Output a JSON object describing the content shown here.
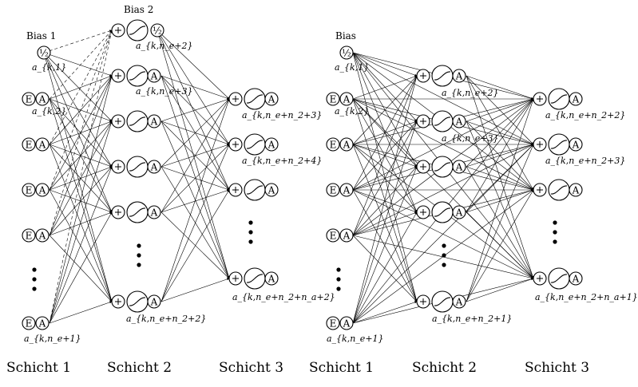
{
  "left_network": {
    "bias1_label": "Bias 1",
    "bias2_label": "Bias 2",
    "bias1_symbol": "½",
    "bias2_symbol": "½",
    "input_symbol_e": "E",
    "input_symbol_a": "A",
    "hidden_symbol_a": "A",
    "output_symbol_a": "A",
    "labels": {
      "a_k1": "a_{k,1}",
      "a_k2": "a_{k,2}",
      "a_kne1": "a_{k,n_e+1}",
      "a_kne2": "a_{k,n_e+2}",
      "a_kne3": "a_{k,n_e+3}",
      "a_kne_n2_2": "a_{k,n_e+n_2+2}",
      "a_kne_n2_3": "a_{k,n_e+n_2+3}",
      "a_kne_n2_4": "a_{k,n_e+n_2+4}",
      "a_kne_n2_na_2": "a_{k,n_e+n_2+n_a+2}"
    }
  },
  "right_network": {
    "bias_label": "Bias",
    "bias_symbol": "½",
    "input_symbol_e": "E",
    "input_symbol_a": "A",
    "hidden_symbol_a": "A",
    "output_symbol_a": "A",
    "labels": {
      "a_k1": "a_{k,1}",
      "a_k2": "a_{k,2}",
      "a_kne1": "a_{k,n_e+1}",
      "h_ne2": "a_{k,n_e+2}",
      "h_ne3": "a_{k,n_e+3}",
      "h_ne_n2_1": "a_{k,n_e+n_2+1}",
      "o_ne_n2_2": "a_{k,n_e+n_2+2}",
      "o_ne_n2_3": "a_{k,n_e+n_2+3}",
      "o_ne_n2_na_1": "a_{k,n_e+n_2+n_a+1}"
    }
  },
  "layer_labels": {
    "left_1": "Schicht 1",
    "left_2": "Schicht 2",
    "left_3": "Schicht 3",
    "right_1": "Schicht 1",
    "right_2": "Schicht 2",
    "right_3": "Schicht 3"
  }
}
